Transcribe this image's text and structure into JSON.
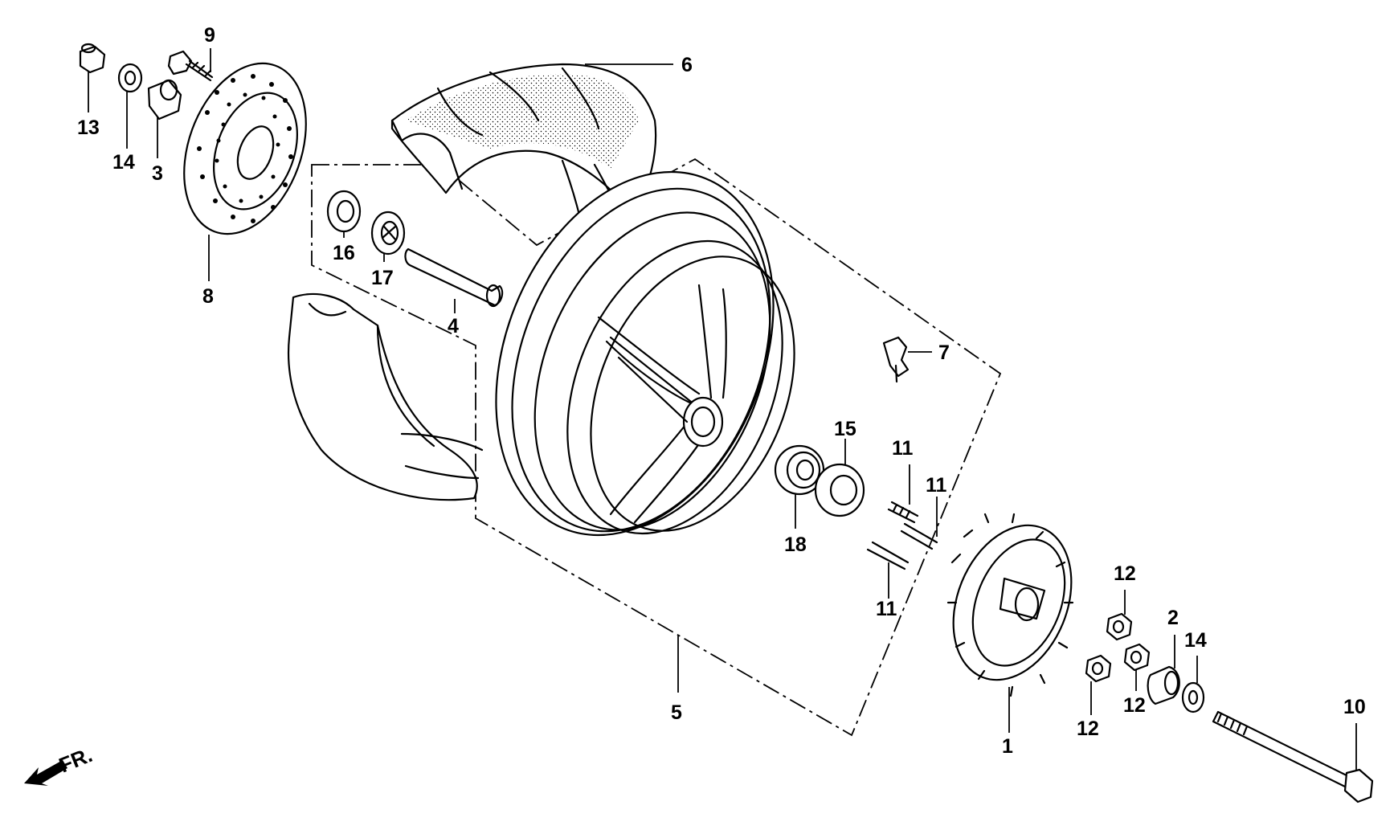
{
  "diagram": {
    "direction_label": "FR.",
    "callouts": [
      {
        "id": "c13a",
        "text": "13"
      },
      {
        "id": "c14a",
        "text": "14"
      },
      {
        "id": "c3",
        "text": "3"
      },
      {
        "id": "c9",
        "text": "9"
      },
      {
        "id": "c8",
        "text": "8"
      },
      {
        "id": "c6",
        "text": "6"
      },
      {
        "id": "c16",
        "text": "16"
      },
      {
        "id": "c17",
        "text": "17"
      },
      {
        "id": "c4",
        "text": "4"
      },
      {
        "id": "c7",
        "text": "7"
      },
      {
        "id": "c15",
        "text": "15"
      },
      {
        "id": "c18",
        "text": "18"
      },
      {
        "id": "c11a",
        "text": "11"
      },
      {
        "id": "c11b",
        "text": "11"
      },
      {
        "id": "c11c",
        "text": "11"
      },
      {
        "id": "c5",
        "text": "5"
      },
      {
        "id": "c1",
        "text": "1"
      },
      {
        "id": "c12a",
        "text": "12"
      },
      {
        "id": "c12b",
        "text": "12"
      },
      {
        "id": "c12c",
        "text": "12"
      },
      {
        "id": "c2",
        "text": "2"
      },
      {
        "id": "c14b",
        "text": "14"
      },
      {
        "id": "c10",
        "text": "10"
      }
    ]
  }
}
